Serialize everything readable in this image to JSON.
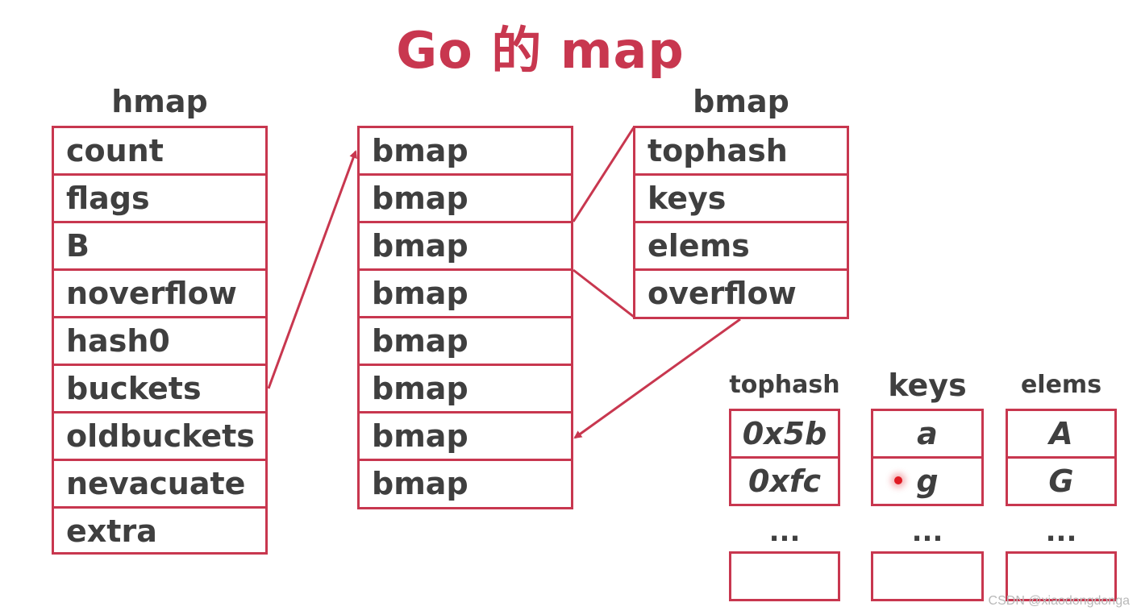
{
  "title": "Go 的 map",
  "hmap": {
    "heading": "hmap",
    "fields": [
      "count",
      "flags",
      "B",
      "noverflow",
      "hash0",
      "buckets",
      "oldbuckets",
      "nevacuate",
      "extra"
    ]
  },
  "buckets_array": {
    "cells": [
      "bmap",
      "bmap",
      "bmap",
      "bmap",
      "bmap",
      "bmap",
      "bmap",
      "bmap"
    ]
  },
  "bmap": {
    "heading": "bmap",
    "fields": [
      "tophash",
      "keys",
      "elems",
      "overflow"
    ]
  },
  "detail": {
    "tophash": {
      "heading": "tophash",
      "values": [
        "0x5b",
        "0xfc",
        ""
      ],
      "ellipsis": "..."
    },
    "keys": {
      "heading": "keys",
      "values": [
        "a",
        "g",
        ""
      ],
      "ellipsis": "..."
    },
    "elems": {
      "heading": "elems",
      "values": [
        "A",
        "G",
        ""
      ],
      "ellipsis": "..."
    }
  },
  "colors": {
    "accent": "#c8374f",
    "text": "#3f3f3f"
  },
  "watermark": "CSDN @xiaodongdonga"
}
